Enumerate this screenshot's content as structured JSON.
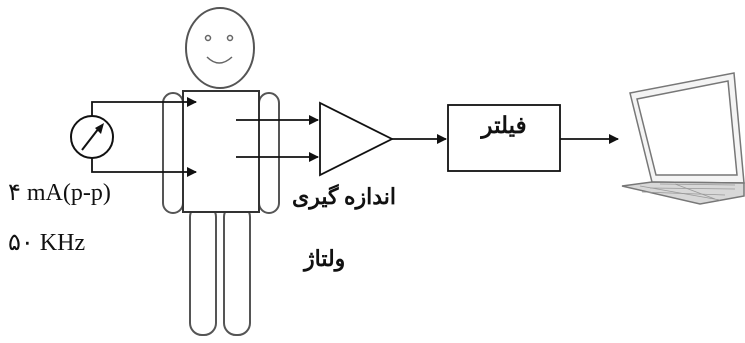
{
  "source_label": {
    "current": "۴ mA(p-p)",
    "frequency": "۵۰ KHz"
  },
  "amplifier_label": {
    "line1": "اندازه گیری",
    "line2": "ولتاژ"
  },
  "filter_block": {
    "label": "فیلتر"
  },
  "colors": {
    "stroke": "#111111",
    "body_fill": "#ffffff",
    "laptop_grey": "#8a8a8a"
  },
  "icons": [
    "ammeter-icon",
    "person-figure",
    "amplifier-triangle",
    "laptop-icon",
    "arrow-icon"
  ]
}
